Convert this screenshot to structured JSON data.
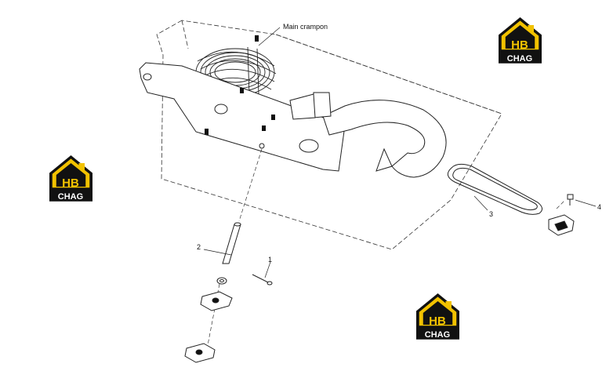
{
  "labels": {
    "main": "Main crampon",
    "p1": "1",
    "p2": "2",
    "p3": "3",
    "p4": "4"
  },
  "logo": {
    "mark_text": "HB",
    "word_text": "CHAG",
    "color_black": "#111111",
    "color_yellow": "#f2c200"
  }
}
